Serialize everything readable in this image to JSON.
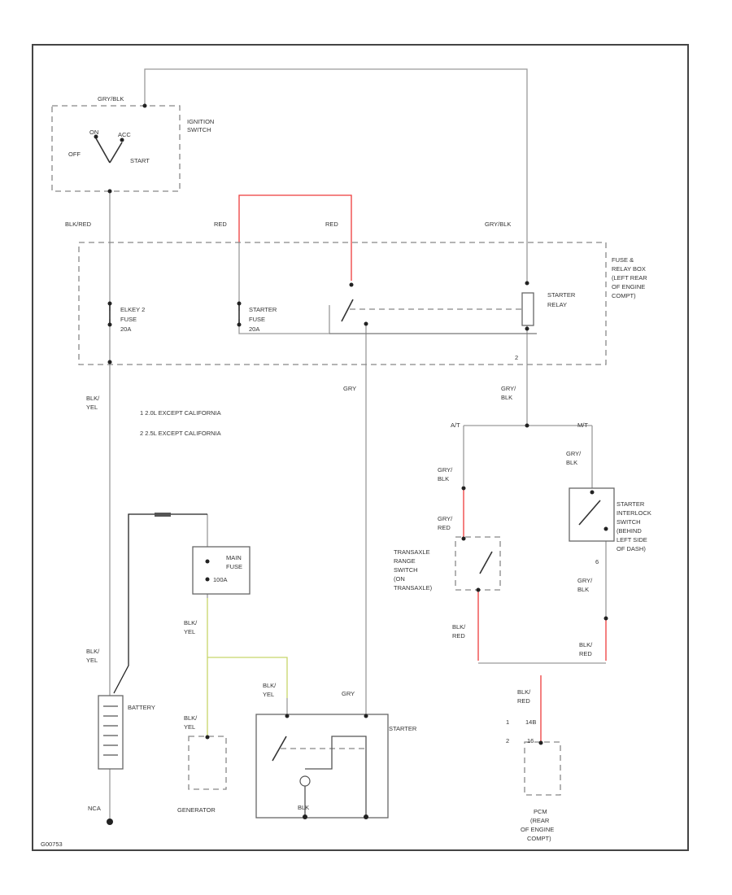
{
  "colors": {
    "wire_gray": "#9a9a9a",
    "wire_red": "#ee3b3b",
    "wire_black": "#222222",
    "wire_yellow": "#c8d66a",
    "frame": "#444444"
  },
  "ignition": {
    "wire_top": "GRY/BLK",
    "name": [
      "IGNITION",
      "SWITCH"
    ],
    "off": "OFF",
    "start": "START",
    "pos1": "ON",
    "pos2": "ACC"
  },
  "wires": {
    "blk_red": "BLK/RED",
    "red_1": "RED",
    "red_2": "RED",
    "gry_blk_top": "GRY/BLK",
    "gry": "GRY",
    "gry_blk_relay": [
      "GRY/",
      "BLK"
    ],
    "blk_yel_left": [
      "BLK/",
      "YEL"
    ],
    "gry_blk_mt_top": [
      "GRY/",
      "BLK"
    ],
    "gry_blk_at_top": [
      "GRY/",
      "BLK"
    ],
    "gry_red_at": [
      "GRY/",
      "RED"
    ],
    "gry_blk_mt_mid": [
      "GRY/",
      "BLK"
    ],
    "blk_red_at": [
      "BLK/",
      "RED"
    ],
    "blk_red_mt": [
      "BLK/",
      "RED"
    ],
    "blk_red_pcm": [
      "BLK/",
      "RED"
    ],
    "blk_yel_fuse": [
      "BLK/",
      "YEL"
    ],
    "blk_yel_batt": [
      "BLK/",
      "YEL"
    ],
    "blk_yel_gen": [
      "BLK/",
      "YEL"
    ],
    "blk_yel_starter": [
      "BLK/",
      "YEL"
    ],
    "gry_starter": "GRY",
    "blk": "BLK"
  },
  "fuse_box": {
    "name": [
      "FUSE &",
      "RELAY BOX",
      "(LEFT REAR",
      "OF ENGINE",
      "COMPT)"
    ],
    "fuse_elect": [
      "ELKEY 2",
      "FUSE",
      "20A"
    ],
    "fuse_starter": [
      "STARTER",
      "FUSE",
      "20A"
    ],
    "relay": [
      "STARTER",
      "RELAY"
    ],
    "pin": "2"
  },
  "notes": [
    "1  2.0L EXCEPT CALIFORNIA",
    "2  2.5L EXCEPT CALIFORNIA"
  ],
  "branches": {
    "at": "A/T",
    "mt": "M/T"
  },
  "main_fuse": {
    "name": [
      "MAIN",
      "FUSE"
    ],
    "rating": "100A"
  },
  "transaxle_switch": [
    "TRANSAXLE",
    "RANGE",
    "SWITCH",
    "(ON",
    "TRANSAXLE)"
  ],
  "interlock_switch": [
    "STARTER",
    "INTERLOCK",
    "SWITCH",
    "(BEHIND",
    "LEFT SIDE",
    "OF DASH)"
  ],
  "interlock_pin": "6",
  "battery": {
    "name": "BATTERY"
  },
  "generator": {
    "name": "GENERATOR"
  },
  "starter": {
    "name": "STARTER"
  },
  "ground": {
    "label": "NCA"
  },
  "pcm": {
    "pins": [
      "1",
      "14B",
      "2",
      "16"
    ],
    "name": [
      "PCM",
      "(REAR",
      "OF ENGINE",
      "COMPT)"
    ]
  },
  "figure_id": "G00753"
}
